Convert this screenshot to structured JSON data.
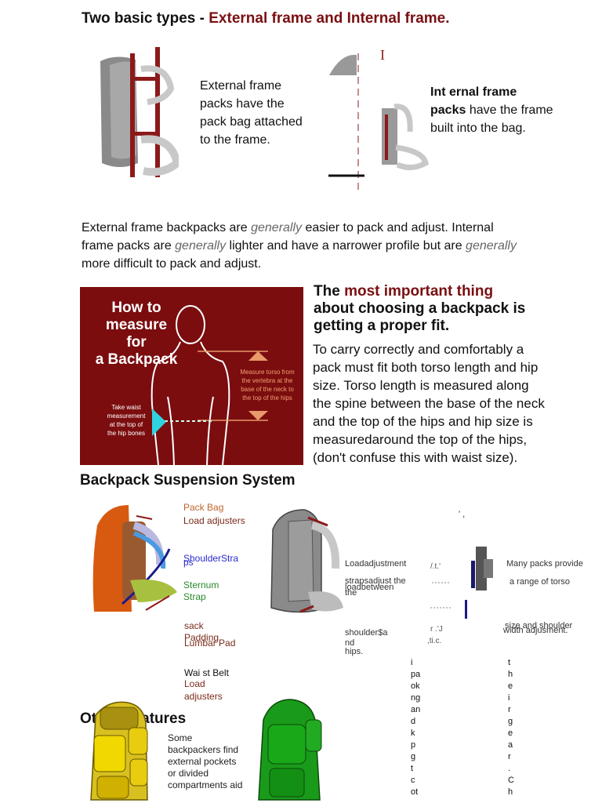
{
  "header": {
    "title_prefix": "Two basic types - ",
    "title_highlight": "External frame and Internal frame."
  },
  "external": {
    "text": [
      "External frame",
      "packs have the",
      "pack bag attached",
      "to the frame."
    ]
  },
  "internal": {
    "bold1": "Int ernal  frame",
    "bold2": "packs",
    "rest1": " have the frame",
    "rest2": "built into the bag."
  },
  "comparison": {
    "p1": "External frame backpacks are ",
    "g1": "generally",
    "p2": " easier to pack and adjust. Internal",
    "p3": "frame packs are ",
    "g2": "generally",
    "p4": " lighter and have a narrower profile but are ",
    "g3": "generally",
    "p5": "more difficult to pack and adjust."
  },
  "measure_image": {
    "title_lines": [
      "How to",
      "measure for",
      "a Backpack"
    ],
    "torso_note": [
      "Measure torso from",
      "the vertebra at the",
      "base of the neck to",
      "the top of the hips"
    ],
    "waist_note": [
      "Take waist",
      "measurement",
      "at the top of",
      "the hip bones"
    ]
  },
  "fit": {
    "the": "The ",
    "highlight": "most important thing",
    "line2": "about choosing a backpack is",
    "line3": "getting a proper fit.",
    "body": [
      "To carry correctly and comfortably a",
      "pack must fit both torso length and hip",
      "size. Torso length is measured along",
      "the spine between the base of the neck",
      "and the top of the hips and hip size is",
      "measuredaround the top of the hips,",
      "(don't confuse this with waist size)."
    ]
  },
  "suspension": {
    "heading": "Backpack Suspension System",
    "pack_bag": "Pack Bag",
    "load_adjusters": "Load adjusters",
    "shoulder_straps": "ShoulderStra",
    "ps": "ps",
    "sternum": "Sternum",
    "strap": "Strap",
    "sack": "sack",
    "padding": "Padding",
    "lumbar": "Lumbar Pad",
    "waist_belt": "Wai st Belt",
    "load2": "Load",
    "adjusters2": "adjusters",
    "mid_load": "Loadadjustment",
    "mid_straps": "strapsadjust the",
    "mid_loadbetween": "loadbetween",
    "mid_the": "the",
    "mid_shoulder": "shoulder$a",
    "mid_nd": "nd",
    "mid_hips": "hips.",
    "right1": "Many packs provide",
    "right2": "a range of torso",
    "right3": "size and shoulder",
    "right4": "width adjusment.",
    "col_a": [
      "i",
      "pa",
      "ok",
      "ng",
      "an",
      "d",
      "k",
      "p",
      "g",
      "t",
      "c",
      "ot"
    ],
    "col_b": [
      "t",
      "h",
      "e",
      "i",
      "r",
      "g",
      "e",
      "a",
      "r",
      ".",
      "C",
      "h"
    ]
  },
  "features": {
    "heading": "Other Features",
    "text": [
      "Some",
      "backpackers find",
      "external pockets",
      "or divided",
      "compartments aid"
    ]
  }
}
